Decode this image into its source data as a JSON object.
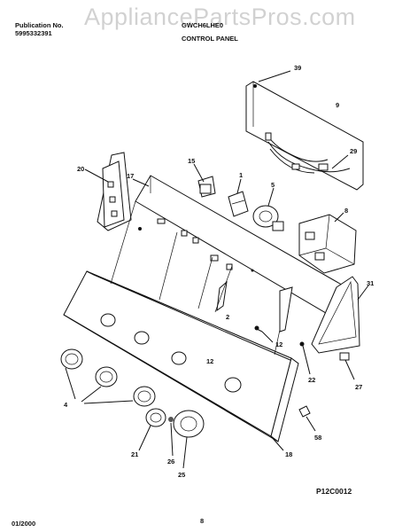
{
  "header": {
    "publication_label": "Publication No.",
    "publication_number": "5995332391",
    "model_code": "GWCH6LHE0",
    "section_title": "CONTROL PANEL"
  },
  "watermark": "AppliancePartsPros.com",
  "diagram_code": "P12C0012",
  "footer": {
    "date": "01/2000",
    "page": "8"
  },
  "callouts": {
    "c39": "39",
    "c9": "9",
    "c29": "29",
    "c20": "20",
    "c17": "17",
    "c15": "15",
    "c1": "1",
    "c5": "5",
    "c8": "8",
    "c31": "31",
    "c2": "2",
    "c12a": "12",
    "c22": "22",
    "c27": "27",
    "c4": "4",
    "c12b": "12",
    "c21": "21",
    "c26": "26",
    "c25": "25",
    "c18": "18",
    "c58": "58"
  }
}
